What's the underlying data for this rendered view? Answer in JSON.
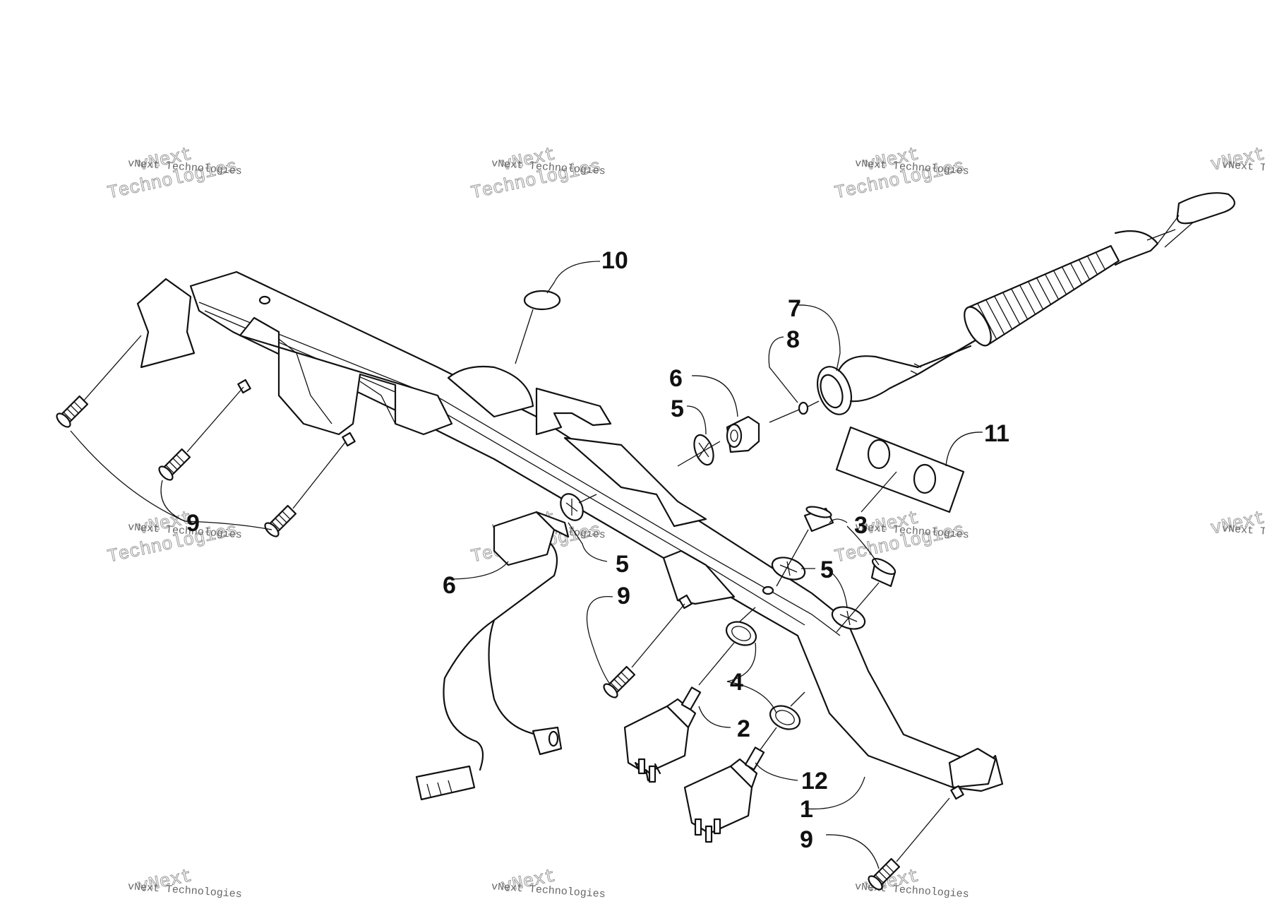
{
  "watermark": {
    "brand_line1": "vNext",
    "brand_line2": "Technologies",
    "tagline": "vNext Technologies"
  },
  "callouts": {
    "c1": "1",
    "c2": "2",
    "c3": "3",
    "c4": "4",
    "c5a": "5",
    "c5b": "5",
    "c5c": "5",
    "c6a": "6",
    "c6b": "6",
    "c7": "7",
    "c8": "8",
    "c9a": "9",
    "c9b": "9",
    "c9c": "9",
    "c10": "10",
    "c11": "11",
    "c12": "12"
  }
}
